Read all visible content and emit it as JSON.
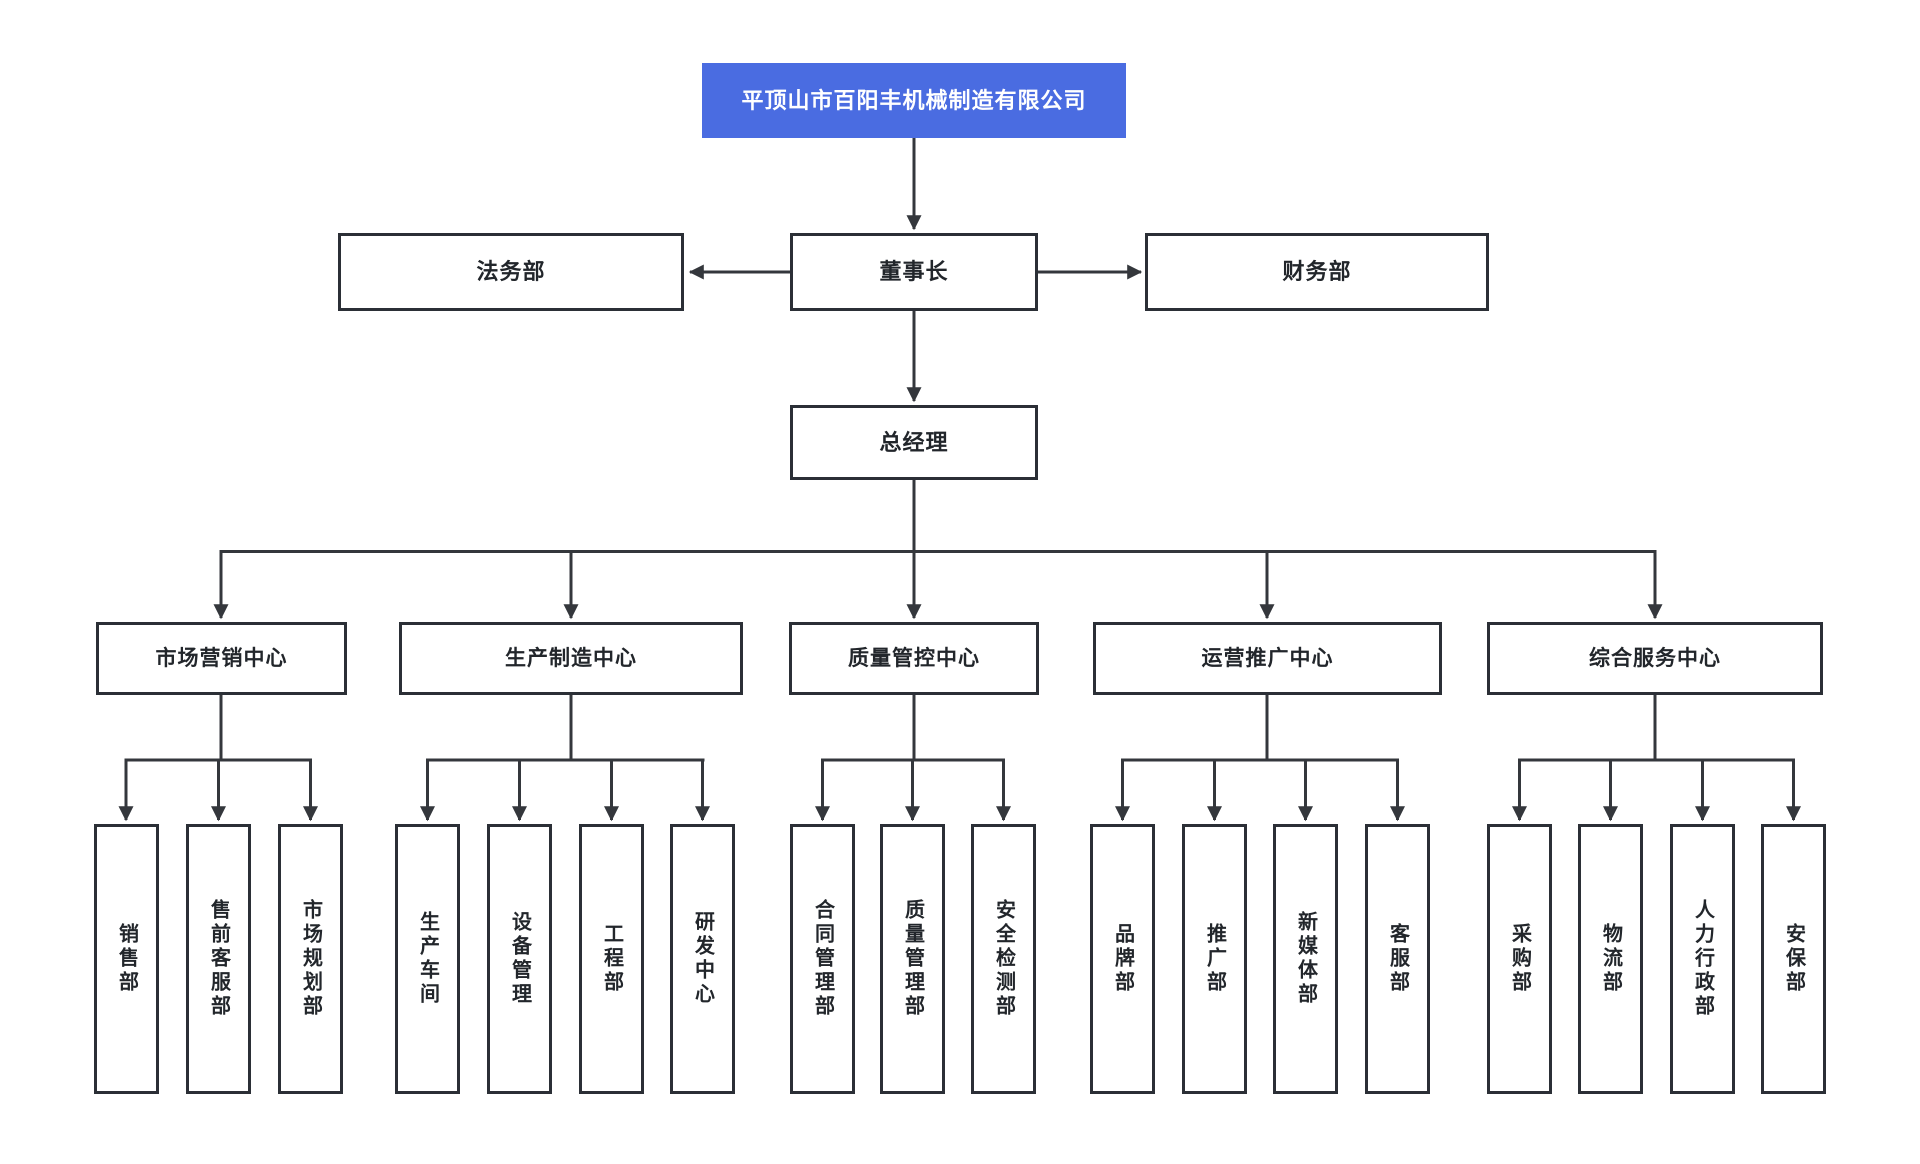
{
  "org_chart": {
    "company": {
      "label": "平顶山市百阳丰机械制造有限公司"
    },
    "executives": {
      "chairman": {
        "label": "董事长"
      },
      "general_manager": {
        "label": "总经理"
      }
    },
    "staff_departments": {
      "legal": {
        "label": "法务部"
      },
      "finance": {
        "label": "财务部"
      }
    },
    "centers": [
      {
        "label": "市场营销中心",
        "departments": [
          "销售部",
          "售前客服部",
          "市场规划部"
        ]
      },
      {
        "label": "生产制造中心",
        "departments": [
          "生产车间",
          "设备管理",
          "工程部",
          "研发中心"
        ]
      },
      {
        "label": "质量管控中心",
        "departments": [
          "合同管理部",
          "质量管理部",
          "安全检测部"
        ]
      },
      {
        "label": "运营推广中心",
        "departments": [
          "品牌部",
          "推广部",
          "新媒体部",
          "客服部"
        ]
      },
      {
        "label": "综合服务中心",
        "departments": [
          "采购部",
          "物流部",
          "人力行政部",
          "安保部"
        ]
      }
    ],
    "colors": {
      "company_box_bg": "#4a6ce1",
      "company_box_text": "#ffffff",
      "node_border": "#2b2f36",
      "node_text": "#22262b",
      "connector_line": "#34373c",
      "background": "#ffffff"
    }
  }
}
